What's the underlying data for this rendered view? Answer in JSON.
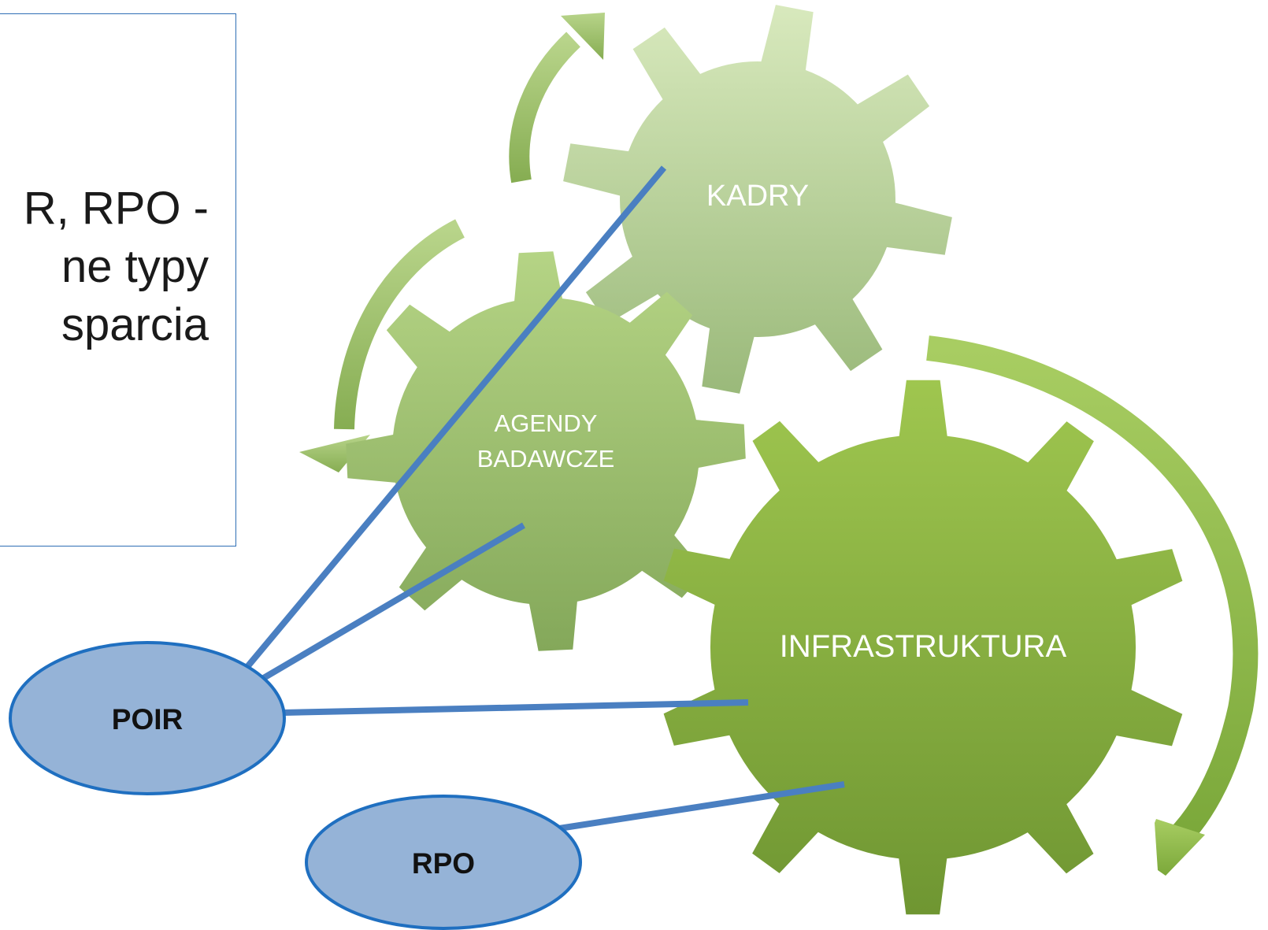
{
  "textbox": {
    "lines": [
      "R, RPO -",
      "ne typy",
      "sparcia"
    ]
  },
  "gears": [
    {
      "id": "kadry",
      "label_lines": [
        "KADRY"
      ]
    },
    {
      "id": "agendy",
      "label_lines": [
        "AGENDY",
        "BADAWCZE"
      ]
    },
    {
      "id": "infra",
      "label_lines": [
        "INFRASTRUKTURA"
      ]
    }
  ],
  "programs": [
    {
      "id": "poir",
      "label": "POIR"
    },
    {
      "id": "rpo",
      "label": "RPO"
    }
  ],
  "colors": {
    "line": "#4a7fc1",
    "oval_fill": "#95b3d7",
    "oval_stroke": "#1f6fc0",
    "gear_light": "#c9dfa6",
    "gear_mid": "#9fc365",
    "gear_dark": "#7aa33a",
    "box_border": "#2f6eb5"
  }
}
